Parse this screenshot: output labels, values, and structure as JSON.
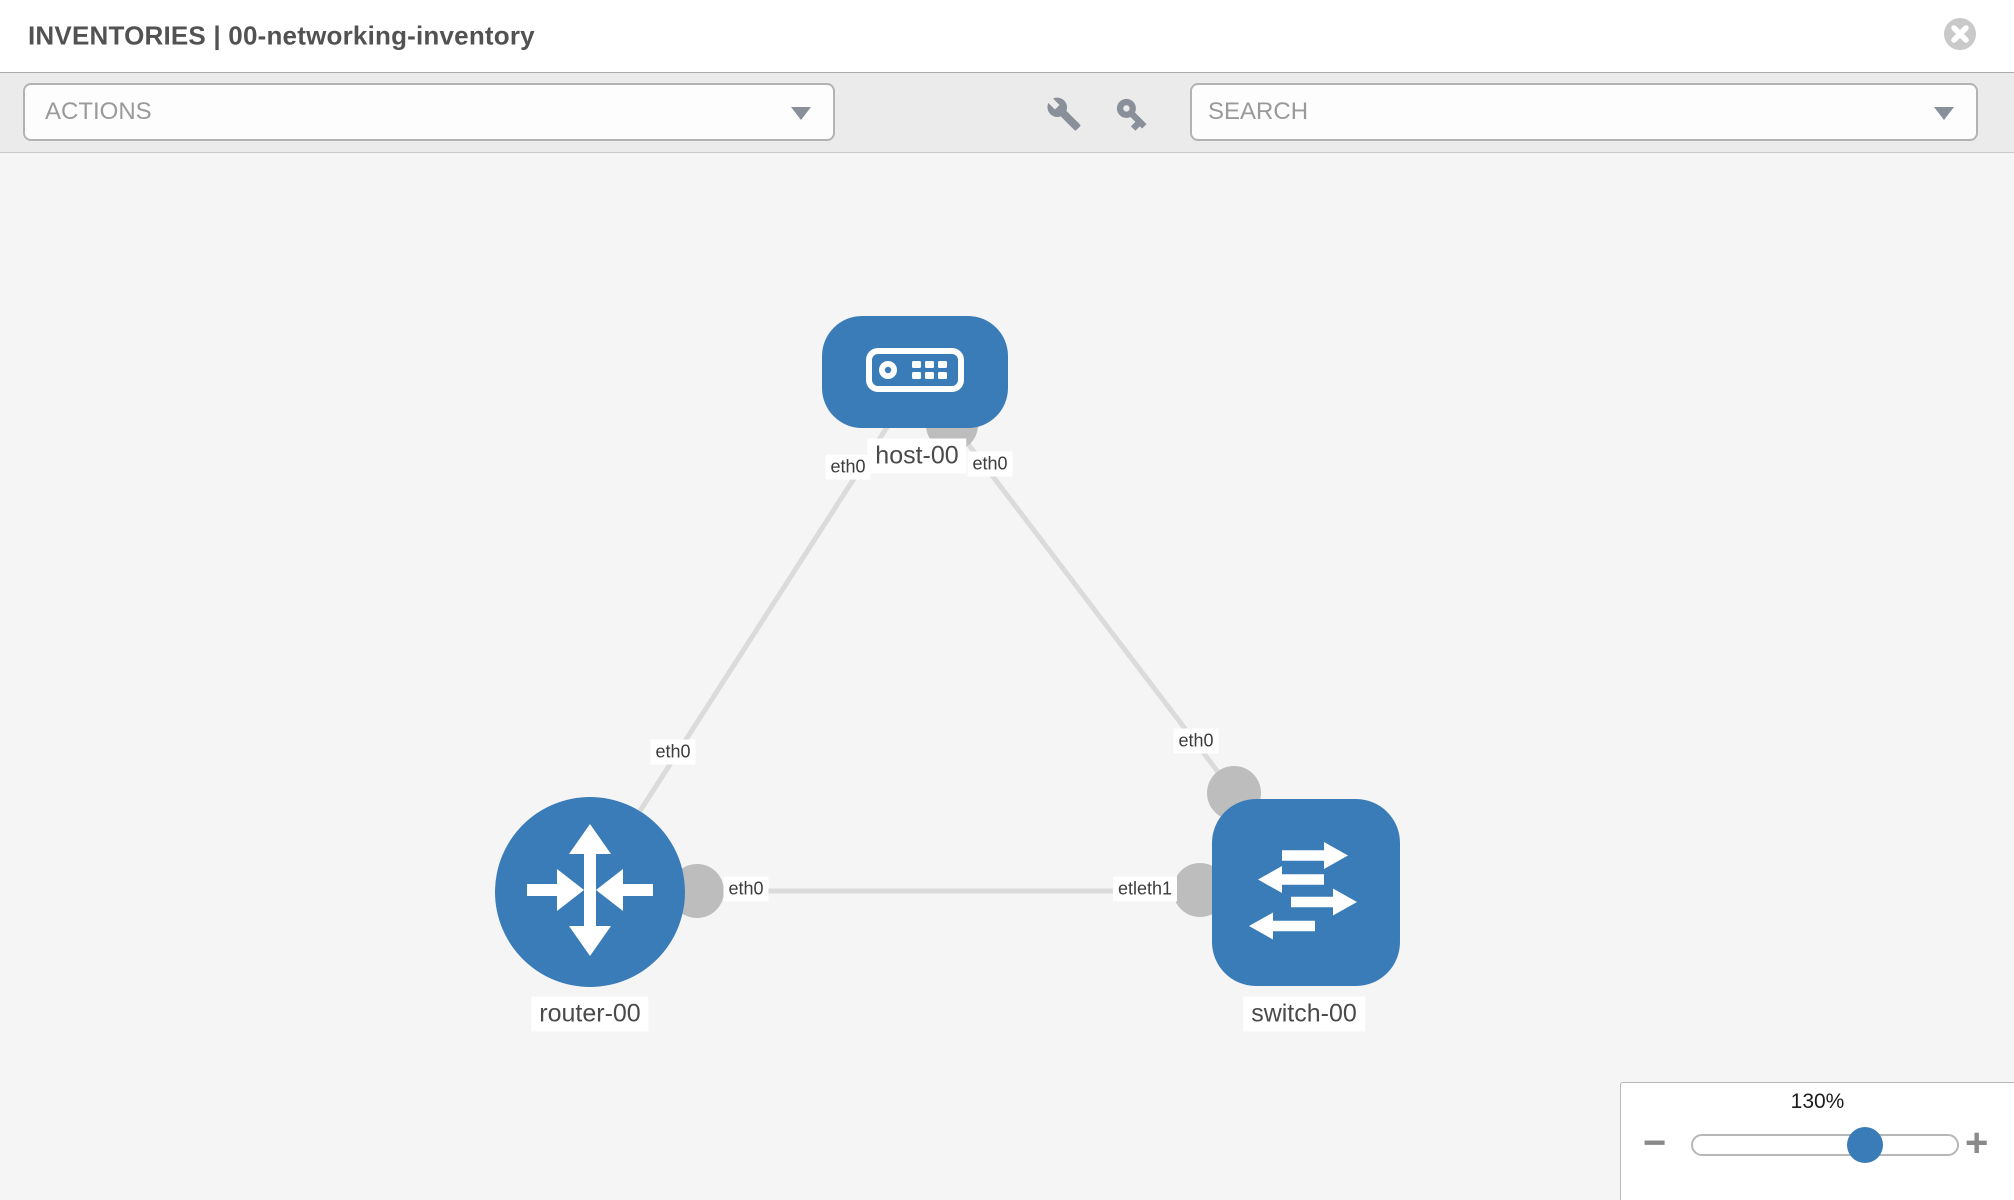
{
  "header": {
    "title": "INVENTORIES | 00-networking-inventory"
  },
  "toolbar": {
    "actions_label": "ACTIONS",
    "search_label": "SEARCH",
    "icon_buttons": [
      "wrench",
      "key"
    ]
  },
  "diagram": {
    "nodes": [
      {
        "id": "host-00",
        "type": "host",
        "label": "host-00"
      },
      {
        "id": "router-00",
        "type": "router",
        "label": "router-00"
      },
      {
        "id": "switch-00",
        "type": "switch",
        "label": "switch-00"
      }
    ],
    "links": [
      {
        "from": "host-00",
        "to": "router-00"
      },
      {
        "from": "host-00",
        "to": "switch-00"
      },
      {
        "from": "router-00",
        "to": "switch-00"
      }
    ],
    "interface_labels": {
      "host_left": "eth0",
      "host_right": "eth0",
      "host_router_link": "eth0",
      "host_switch_link": "eth0",
      "router_right": "eth0",
      "switch_left": "etleth1"
    }
  },
  "zoom_control": {
    "level": "130%",
    "minus_glyph": "−",
    "plus_glyph": "+"
  },
  "colors": {
    "node_blue": "#3a7cb8",
    "edge_gray": "#dbdbdb",
    "connector_gray": "#bdbdbd",
    "toolbar_bg": "#ebebeb",
    "canvas_bg": "#f5f5f5"
  }
}
